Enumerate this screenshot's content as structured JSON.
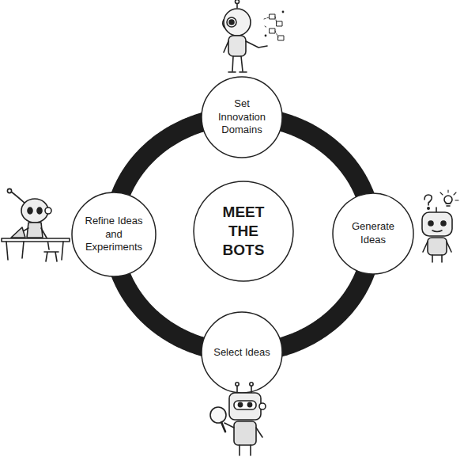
{
  "diagram": {
    "nodes": [
      {
        "text": [
          "Set Innovation Domains"
        ]
      },
      {
        "text": [
          "Refine Ideas and Experiments"
        ]
      },
      {
        "text": [
          "MEET THE BOTS"
        ]
      },
      {
        "text": [
          "Generate Ideas"
        ]
      },
      {
        "text": [
          "Select Ideas"
        ]
      }
    ],
    "edges": [
      {
        "from": 0,
        "to": 3,
        "arrow": "none"
      },
      {
        "from": 3,
        "to": 4,
        "arrow": "none"
      },
      {
        "from": 4,
        "to": 1,
        "arrow": "none"
      },
      {
        "from": 1,
        "to": 0,
        "arrow": "none"
      }
    ]
  }
}
